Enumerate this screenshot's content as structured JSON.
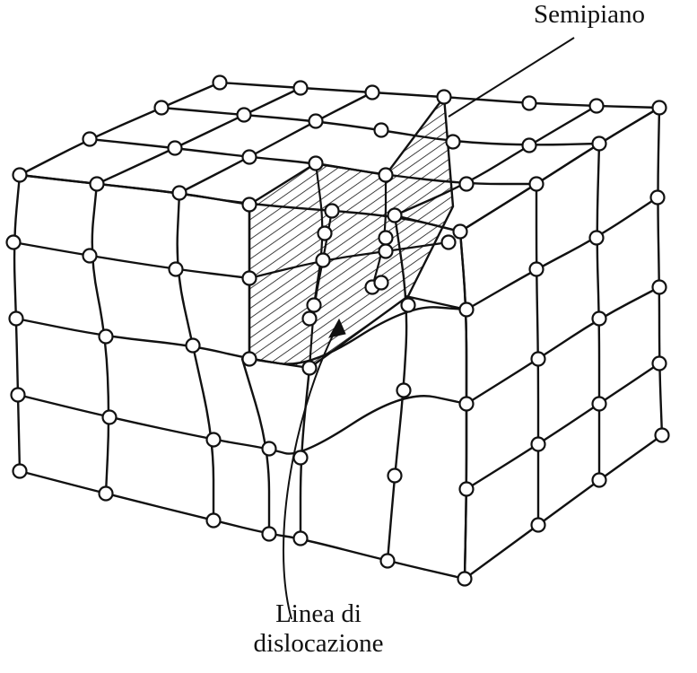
{
  "labels": {
    "half_plane": "Semipiano",
    "dislocation_line_1": "Linea di",
    "dislocation_line_2": "dislocazione"
  },
  "colors": {
    "ink": "#111111",
    "background": "#ffffff"
  }
}
